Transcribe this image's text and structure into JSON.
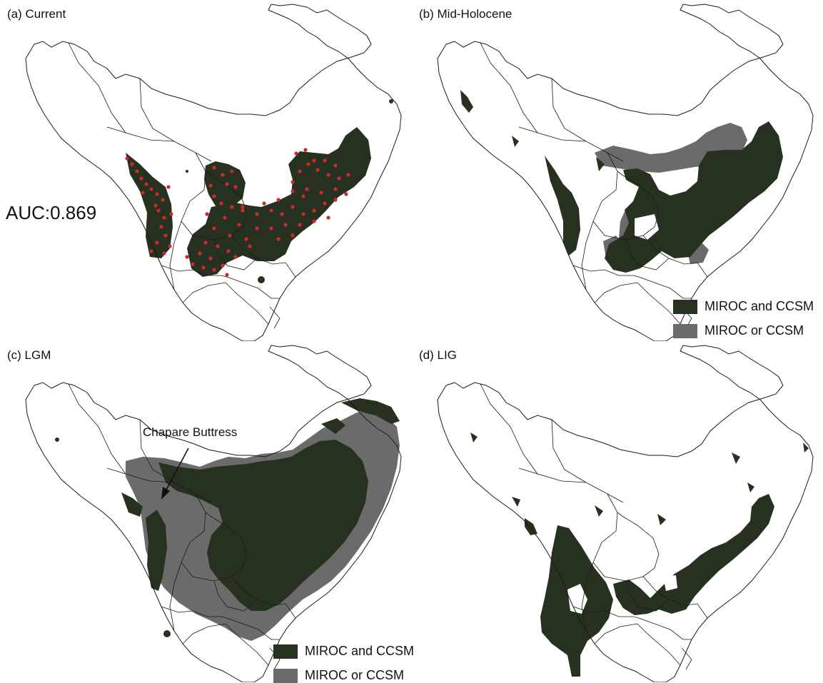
{
  "colors": {
    "both": "#263120",
    "either": "#6b6b6b",
    "outline": "#1a1a1a",
    "points": "#cc2a2a"
  },
  "panels": [
    {
      "id": "a",
      "title": "(a) Current"
    },
    {
      "id": "b",
      "title": "(b) Mid-Holocene"
    },
    {
      "id": "c",
      "title": "(c) LGM"
    },
    {
      "id": "d",
      "title": "(d) LIG"
    }
  ],
  "auc_label": "AUC:0.869",
  "legend": {
    "both_label": "MIROC and CCSM",
    "either_label": "MIROC or CCSM"
  },
  "annotation": {
    "label": "Chapare Buttress"
  },
  "occurrence_points": [
    [
      178,
      222
    ],
    [
      185,
      230
    ],
    [
      192,
      240
    ],
    [
      198,
      250
    ],
    [
      205,
      258
    ],
    [
      212,
      265
    ],
    [
      220,
      272
    ],
    [
      228,
      280
    ],
    [
      222,
      295
    ],
    [
      230,
      305
    ],
    [
      226,
      318
    ],
    [
      232,
      330
    ],
    [
      220,
      340
    ],
    [
      212,
      352
    ],
    [
      218,
      288
    ],
    [
      236,
      262
    ],
    [
      240,
      300
    ],
    [
      238,
      345
    ],
    [
      230,
      355
    ],
    [
      200,
      270
    ],
    [
      300,
      235
    ],
    [
      312,
      245
    ],
    [
      325,
      240
    ],
    [
      318,
      258
    ],
    [
      330,
      262
    ],
    [
      300,
      275
    ],
    [
      310,
      285
    ],
    [
      325,
      290
    ],
    [
      340,
      295
    ],
    [
      290,
      300
    ],
    [
      315,
      305
    ],
    [
      335,
      315
    ],
    [
      300,
      320
    ],
    [
      322,
      330
    ],
    [
      288,
      340
    ],
    [
      305,
      345
    ],
    [
      320,
      352
    ],
    [
      295,
      362
    ],
    [
      312,
      372
    ],
    [
      330,
      360
    ],
    [
      280,
      355
    ],
    [
      345,
      335
    ],
    [
      340,
      290
    ],
    [
      295,
      260
    ],
    [
      360,
      300
    ],
    [
      380,
      295
    ],
    [
      395,
      300
    ],
    [
      410,
      290
    ],
    [
      425,
      300
    ],
    [
      440,
      295
    ],
    [
      455,
      285
    ],
    [
      470,
      280
    ],
    [
      485,
      272
    ],
    [
      450,
      270
    ],
    [
      430,
      265
    ],
    [
      410,
      268
    ],
    [
      390,
      280
    ],
    [
      370,
      285
    ],
    [
      360,
      320
    ],
    [
      380,
      320
    ],
    [
      400,
      315
    ],
    [
      420,
      315
    ],
    [
      440,
      310
    ],
    [
      460,
      305
    ],
    [
      350,
      345
    ],
    [
      390,
      335
    ],
    [
      410,
      330
    ],
    [
      410,
      255
    ],
    [
      420,
      240
    ],
    [
      432,
      230
    ],
    [
      445,
      238
    ],
    [
      460,
      245
    ],
    [
      475,
      250
    ],
    [
      488,
      245
    ],
    [
      415,
      215
    ],
    [
      428,
      210
    ],
    [
      440,
      225
    ],
    [
      455,
      225
    ],
    [
      470,
      232
    ],
    [
      425,
      275
    ],
    [
      470,
      265
    ],
    [
      270,
      370
    ],
    [
      285,
      375
    ],
    [
      300,
      378
    ],
    [
      318,
      385
    ],
    [
      262,
      360
    ]
  ]
}
